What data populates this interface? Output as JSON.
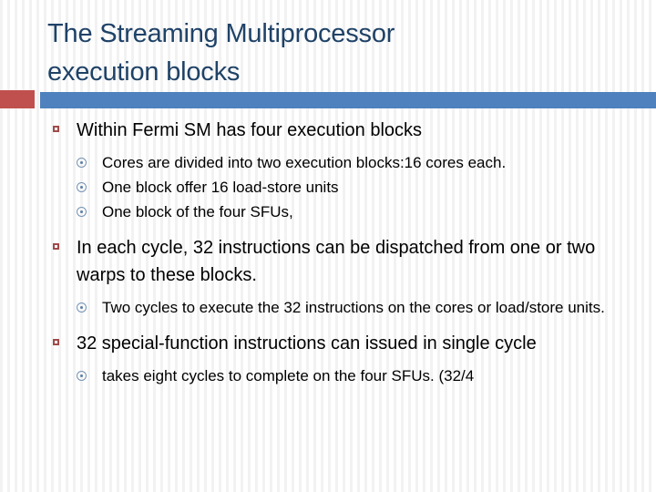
{
  "slide": {
    "title": "The Streaming Multiprocessor\nexecution blocks",
    "title_color": "#1F4267",
    "accent_red": "#C0504D",
    "accent_blue": "#4E81BD",
    "background": "#FFFFFF",
    "stripe_color": "#F2F2F2",
    "bullet_l1_marker_color": "#A04A4A",
    "bullet_l2_marker_color": "#5B7FA8"
  },
  "body": {
    "groups": [
      {
        "heading": "Within Fermi SM has four execution blocks",
        "subs": [
          "Cores are divided into two execution blocks:16 cores each.",
          "One block offer 16 load-store units",
          "One block of the four SFUs,"
        ]
      },
      {
        "heading": "In each cycle, 32 instructions can be dispatched from one or two warps to these blocks.",
        "subs": [
          "Two cycles to execute the 32 instructions on the cores or load/store units."
        ]
      },
      {
        "heading": "32 special-function instructions can issued in single cycle",
        "subs": [
          "takes eight cycles to complete on the four SFUs. (32/4"
        ]
      }
    ]
  }
}
